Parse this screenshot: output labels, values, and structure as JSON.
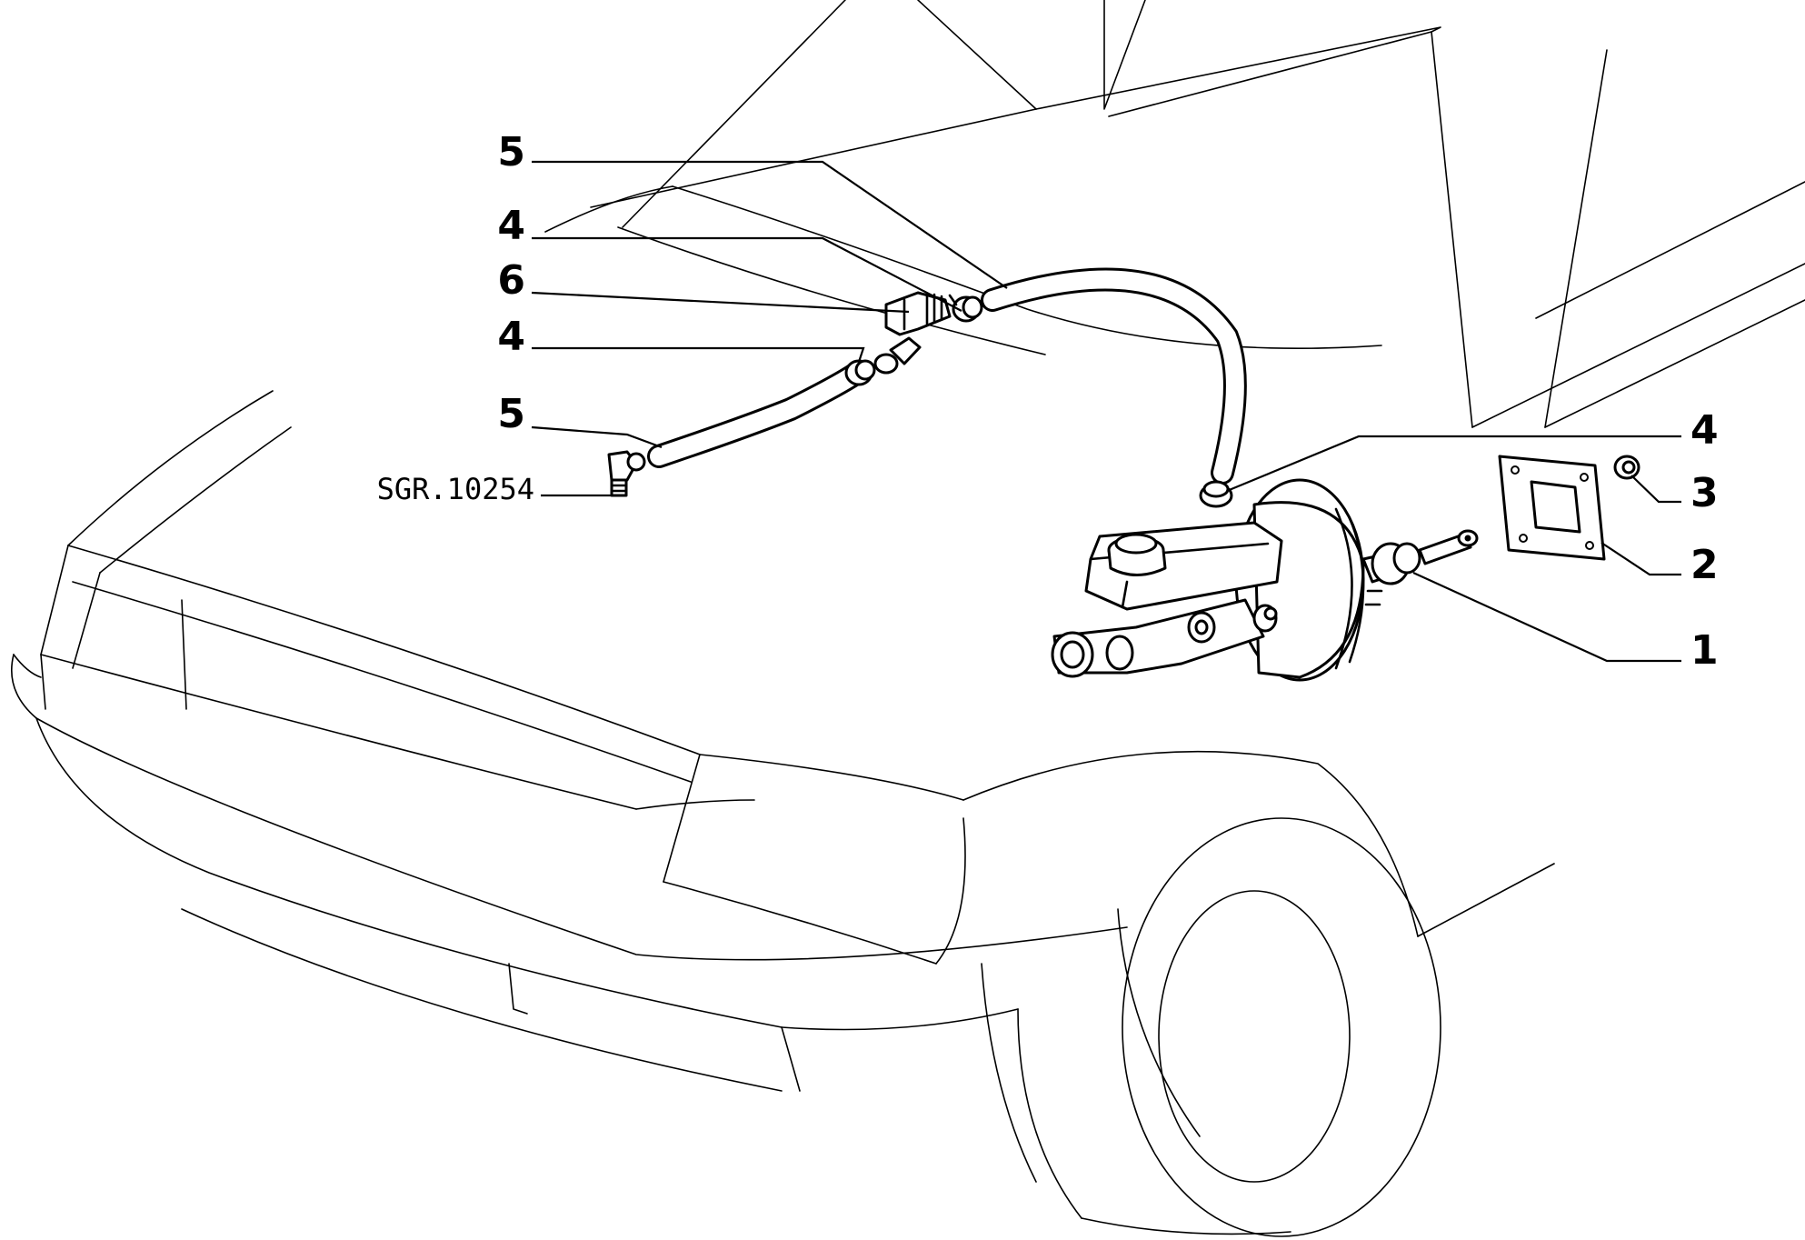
{
  "drawing_ref": "SGR.10254",
  "callouts": {
    "hose_upper": "5",
    "clamp_upper": "4",
    "tee_fitting": "6",
    "clamp_lower": "4",
    "hose_lower": "5",
    "clamp_booster": "4",
    "nut": "3",
    "gasket": "2",
    "servo_booster": "1"
  }
}
